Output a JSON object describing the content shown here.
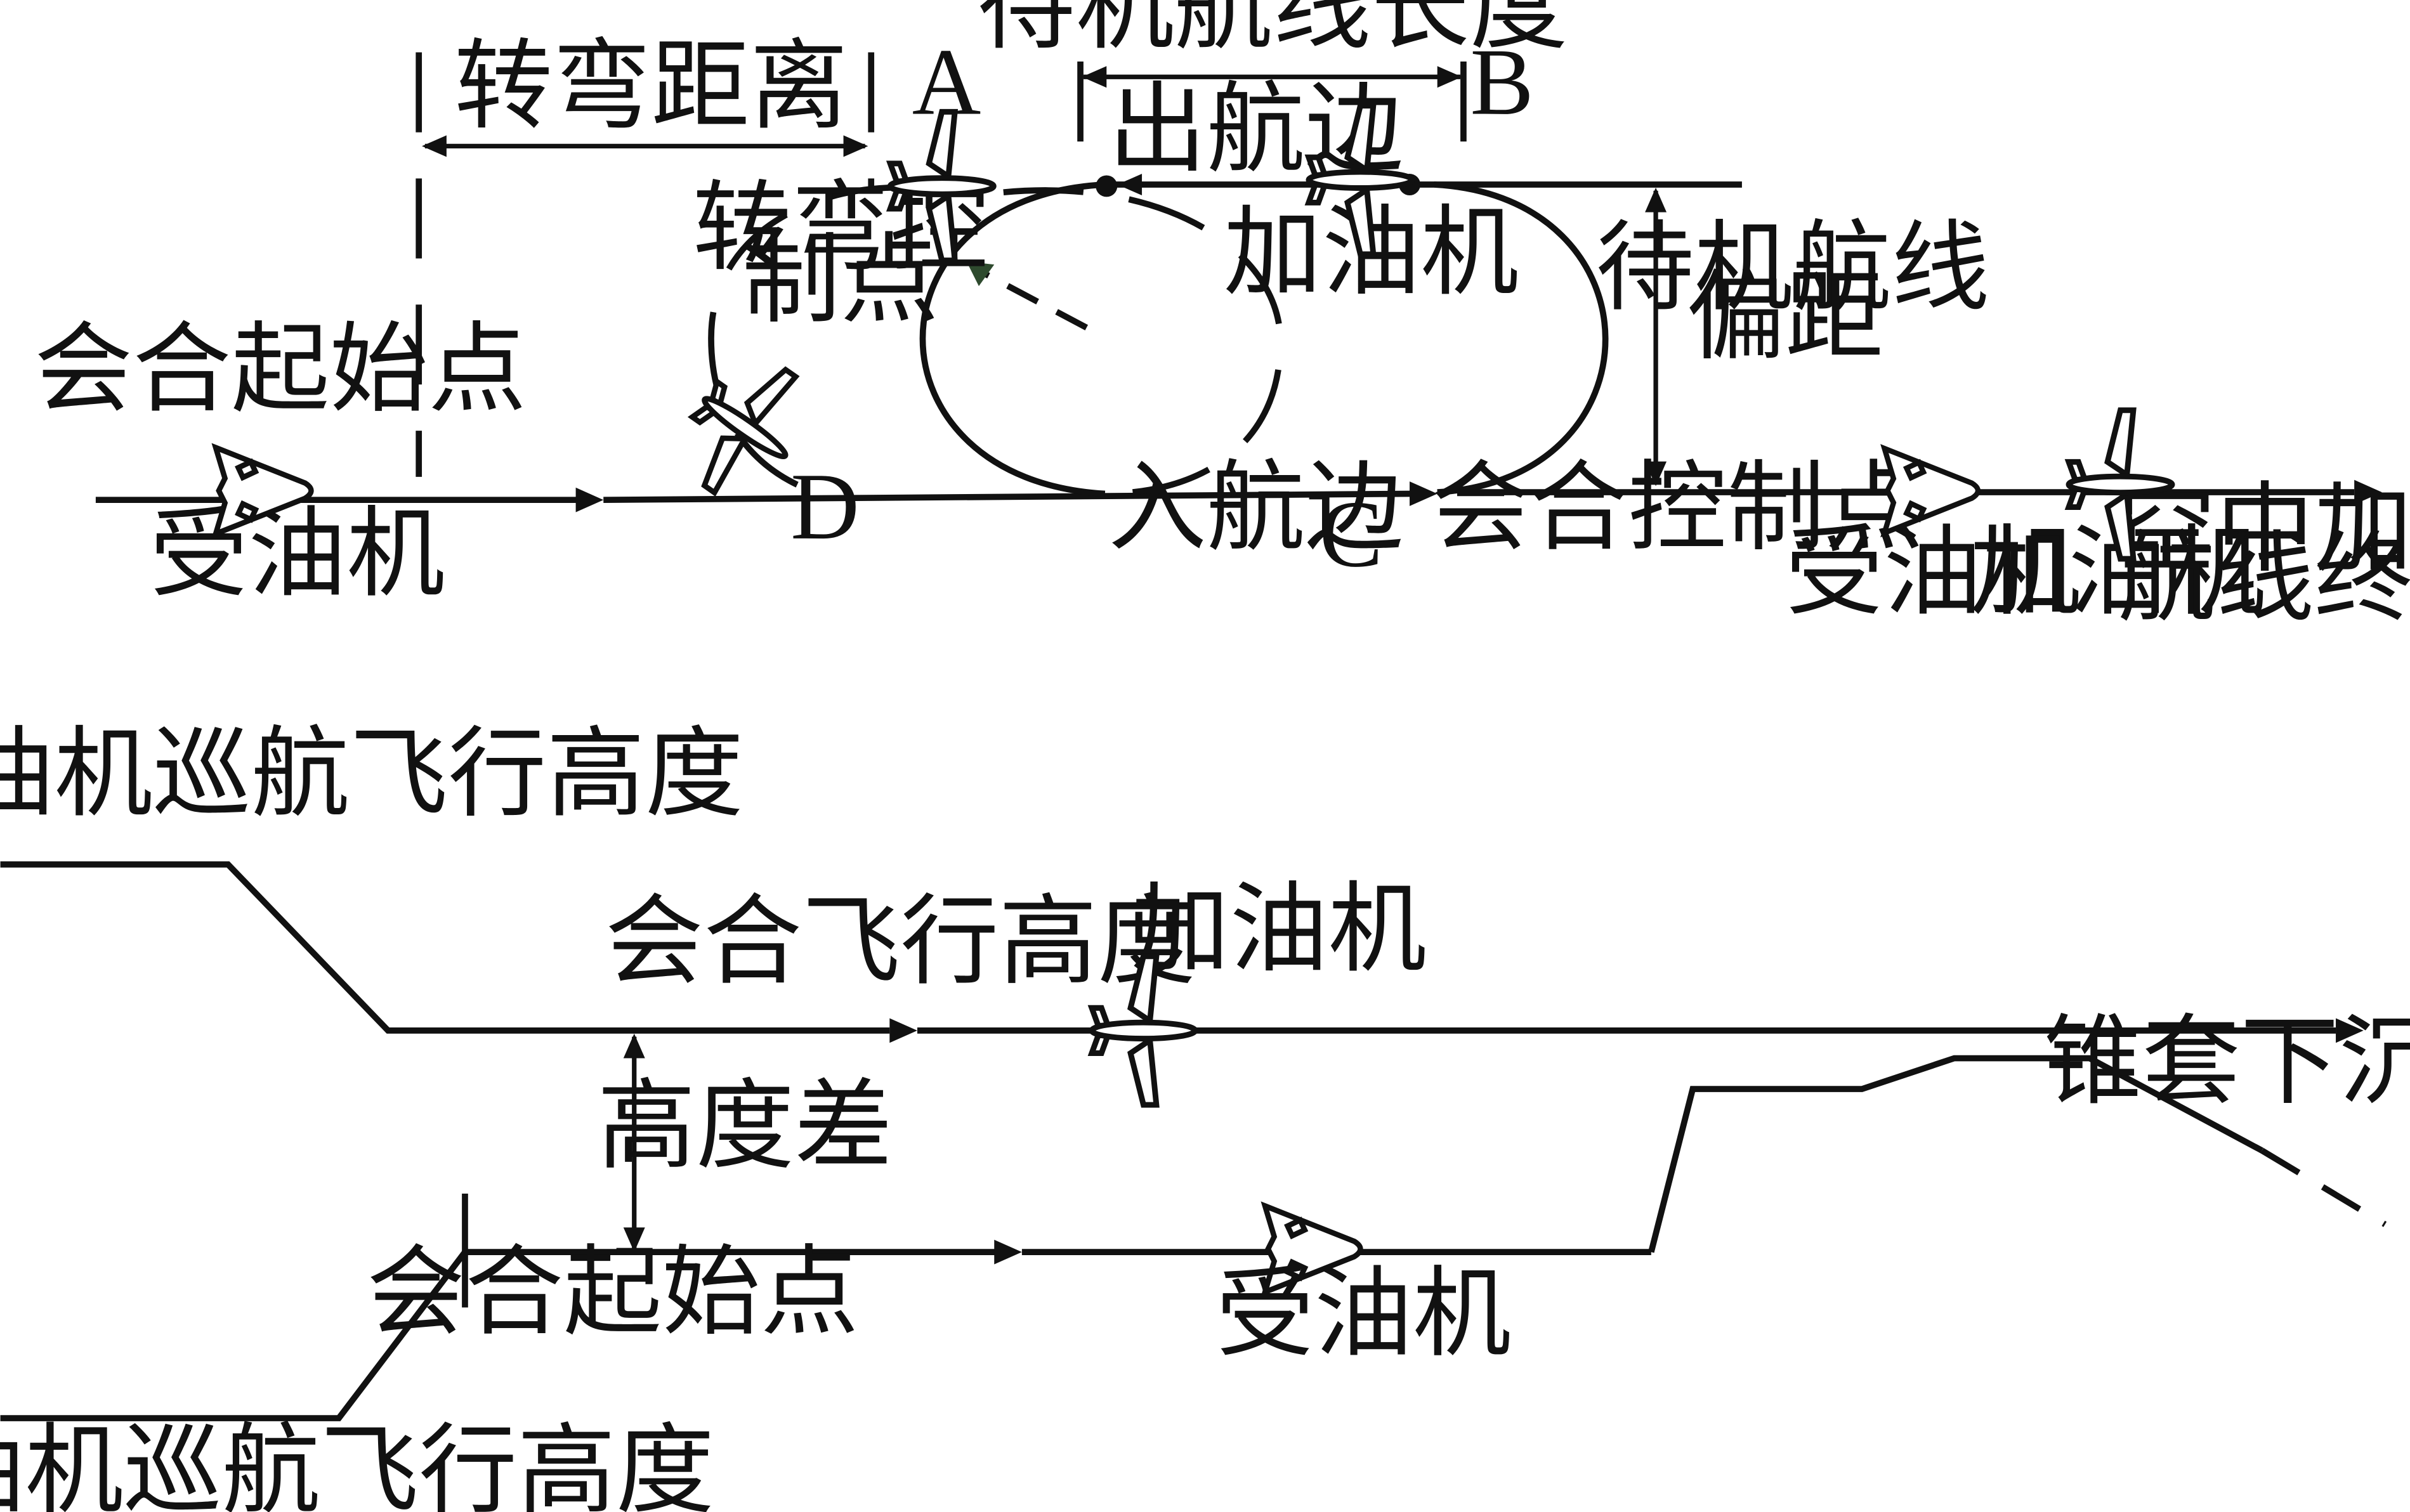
{
  "top": {
    "turn_distance": "转弯距离",
    "holding_length": "待机航线长度",
    "point_a": "A",
    "point_b": "B",
    "point_c": "C",
    "point_d": "D",
    "outbound_leg": "出航边",
    "inbound_leg": "入航边",
    "turn_control_line1": "转弯控",
    "turn_control_line2": "制点",
    "tanker_top": "加油机",
    "holding_offset_line1": "待机航线",
    "holding_offset_line2": "偏距",
    "rendezvous_start": "会合起始点",
    "receiver_left": "受油机",
    "rendezvous_control": "会合控制点",
    "receiver_right": "受油机",
    "tanker_right": "加油机",
    "end_line1": "空中加油",
    "end_line2": "航线终点"
  },
  "bottom": {
    "tanker_cruise_alt": "加油机巡航飞行高度",
    "rendezvous_alt": "会合飞行高度",
    "tanker": "加油机",
    "drogue_sink": "锥套下沉量",
    "altitude_diff": "高度差",
    "rendezvous_start": "会合起始点",
    "receiver": "受油机",
    "receiver_cruise_alt": "受油机巡航飞行高度"
  }
}
